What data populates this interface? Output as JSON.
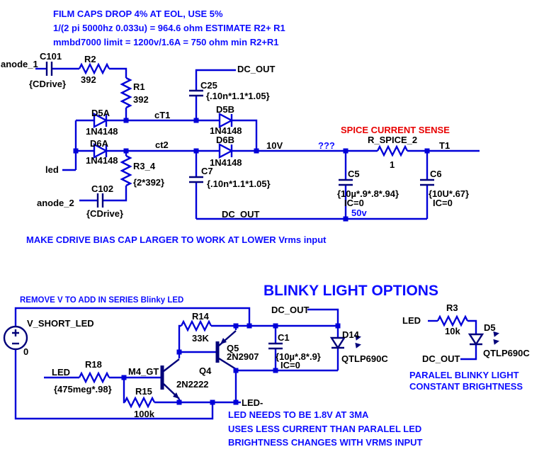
{
  "notes": {
    "film_caps": "FILM CAPS DROP 4% AT EOL, USE 5%",
    "estimate": "1/(2 pi 5000hz 0.033u) = 964.6  ohm ESTIMATE R2+ R1",
    "mmbd_limit": "mmbd7000 limit = 1200v/1.6A = 750 ohm min R2+R1",
    "make_cdrive": "MAKE CDRIVE BIAS CAP LARGER TO WORK AT LOWER Vrms input",
    "remove_v": "REMOVE V TO ADD IN SERIES Blinky LED",
    "blinky_title": "BLINKY LIGHT OPTIONS",
    "spice_sense": "SPICE CURRENT SENSE",
    "unknown": "???",
    "c5_rating": "50v",
    "paralel_1": "PARALEL BLINKY LIGHT",
    "paralel_2": "CONSTANT BRIGHTNESS",
    "led_needs": "LED NEEDS TO BE 1.8V AT 3MA",
    "uses_less": "USES LESS CURRENT THAN PARALEL LED",
    "brightness": "BRIGHTNESS CHANGES WITH VRMS INPUT"
  },
  "nets": {
    "anode_1": "anode_1",
    "led_lower": "led",
    "anode_2": "anode_2",
    "ct1": "cT1",
    "ct2": "ct2",
    "v10": "10V",
    "t1": "T1",
    "dc_out": "DC_OUT",
    "led_upper": "LED",
    "m4_gt": "M4_GT",
    "led_minus": "LED-"
  },
  "components": {
    "c101": {
      "ref": "C101",
      "value": "{CDrive}"
    },
    "r2": {
      "ref": "R2",
      "value": "392"
    },
    "r1": {
      "ref": "R1",
      "value": "392"
    },
    "d5a": {
      "ref": "D5A",
      "value": "1N4148"
    },
    "d6a": {
      "ref": "D6A",
      "value": "1N4148"
    },
    "d5b": {
      "ref": "D5B",
      "value": "1N4148"
    },
    "d6b": {
      "ref": "D6B",
      "value": "1N4148"
    },
    "r3_4": {
      "ref": "R3_4",
      "value": "{2*392}"
    },
    "c102": {
      "ref": "C102",
      "value": "{CDrive}"
    },
    "c25": {
      "ref": "C25",
      "value": "{.10n*1.1*1.05}"
    },
    "c7": {
      "ref": "C7",
      "value": "{.10n*1.1*1.05}"
    },
    "r_spice_2": {
      "ref": "R_SPICE_2",
      "value": "1"
    },
    "c5": {
      "ref": "C5",
      "value": "{10µ*.9*.8*.94}",
      "ic": "IC=0"
    },
    "c6": {
      "ref": "C6",
      "value": "{10U*.67}",
      "ic": "IC=0"
    },
    "v_short_led": {
      "ref": "V_SHORT_LED",
      "value": "0"
    },
    "r18": {
      "ref": "R18",
      "value": "{475meg*.98}"
    },
    "r15": {
      "ref": "R15",
      "value": "100k"
    },
    "r14": {
      "ref": "R14",
      "value": "33K"
    },
    "q4": {
      "ref": "Q4",
      "value": "2N2222"
    },
    "q5": {
      "ref": "Q5",
      "value": "2N2907"
    },
    "c1": {
      "ref": "C1",
      "value": "{10µ*.8*.9}",
      "ic": "IC=0"
    },
    "d14": {
      "ref": "D14",
      "value": "QTLP690C"
    },
    "r3": {
      "ref": "R3",
      "value": "10k"
    },
    "d5": {
      "ref": "D5",
      "value": "QTLP690C"
    }
  },
  "colors": {
    "wire": "#0000d8",
    "component": "#00007a",
    "label": "#000000",
    "comment": "#0d0dff",
    "alert": "#e80000",
    "background": "#ffffff"
  }
}
